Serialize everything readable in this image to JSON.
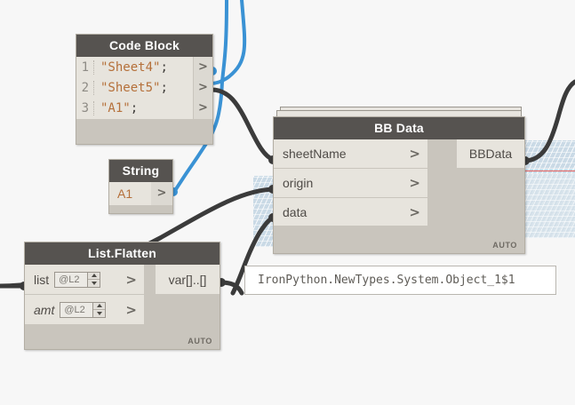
{
  "canvas": {
    "background_color": "#f7f7f7",
    "wire_color": "#3b3b3b",
    "wire_selected_color": "#3a92d4"
  },
  "nodes": {
    "code_block": {
      "title": "Code Block",
      "lines": [
        {
          "number": "1",
          "code": "\"Sheet4\"",
          "terminator": ";"
        },
        {
          "number": "2",
          "code": "\"Sheet5\"",
          "terminator": ";"
        },
        {
          "number": "3",
          "code": "\"A1\"",
          "terminator": ";"
        }
      ],
      "out_chevrons": [
        ">",
        ">",
        ">"
      ]
    },
    "string": {
      "title": "String",
      "value": "A1",
      "out_chevron": ">"
    },
    "bb_data": {
      "title": "BB Data",
      "inputs": [
        {
          "name": "sheetName",
          "chevron": ">"
        },
        {
          "name": "origin",
          "chevron": ">"
        },
        {
          "name": "data",
          "chevron": ">"
        }
      ],
      "output": "BBData",
      "lacing": "AUTO"
    },
    "list_flatten": {
      "title": "List.Flatten",
      "inputs": [
        {
          "name": "list",
          "level": "@L2",
          "chevron": ">",
          "italic": false
        },
        {
          "name": "amt",
          "level": "@L2",
          "chevron": ">",
          "italic": true
        }
      ],
      "output": "var[]..[]",
      "lacing": "AUTO"
    }
  },
  "preview": {
    "text": "IronPython.NewTypes.System.Object_1$1"
  }
}
